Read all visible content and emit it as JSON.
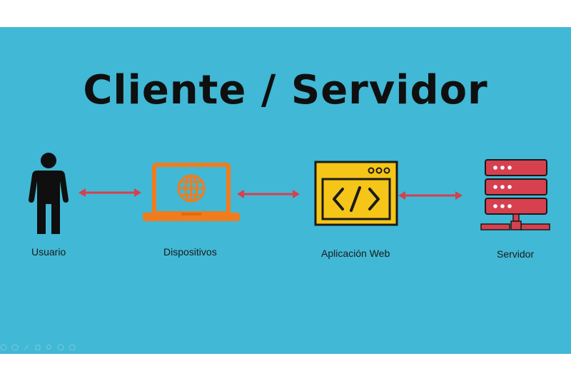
{
  "title": "Cliente / Servidor",
  "nodes": [
    {
      "id": "usuario",
      "label": "Usuario",
      "icon": "user-icon"
    },
    {
      "id": "dispositivos",
      "label": "Dispositivos",
      "icon": "laptop-globe-icon"
    },
    {
      "id": "aplicacion",
      "label": "Aplicación Web",
      "icon": "code-window-icon"
    },
    {
      "id": "servidor",
      "label": "Servidor",
      "icon": "server-icon"
    }
  ],
  "colors": {
    "background": "#41b8d5",
    "laptop": "#f07c1e",
    "window": "#f5c518",
    "server": "#d6404f",
    "arrow": "#d6404f"
  }
}
